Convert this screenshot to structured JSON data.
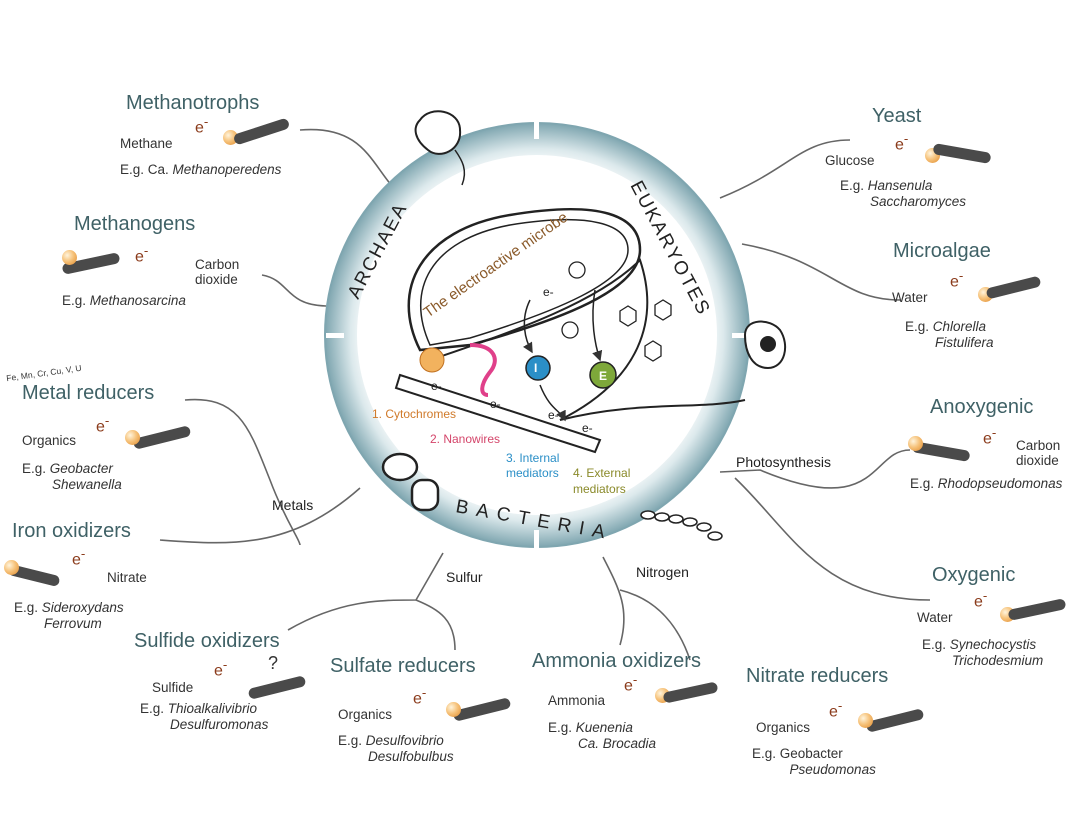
{
  "center": {
    "archaea": "ARCHAEA",
    "eukaryotes": "EUKARYOTES",
    "bacteria": "BACTERIA",
    "microbe_label": "The electroactive microbe",
    "mech1": "1. Cytochromes",
    "mech2": "2. Nanowires",
    "mech3a": "3. Internal",
    "mech3b": "mediators",
    "mech4a": "4. External",
    "mech4b": "mediators",
    "electron": "e-",
    "i_label": "I",
    "e_label": "E"
  },
  "categories": {
    "metals": "Metals",
    "sulfur": "Sulfur",
    "nitrogen": "Nitrogen",
    "photosynthesis": "Photosynthesis"
  },
  "metal_list": "Fe, Mn, Cr, Cu, V, U",
  "groups": {
    "methanotrophs": {
      "title": "Methanotrophs",
      "substrate": "Methane",
      "eg": "E.g. Ca.",
      "eg_italic": "Methanoperedens"
    },
    "methanogens": {
      "title": "Methanogens",
      "product1": "Carbon",
      "product2": "dioxide",
      "eg": "E.g.",
      "eg_italic": "Methanosarcina"
    },
    "metal_reducers": {
      "title": "Metal reducers",
      "substrate": "Organics",
      "eg": "E.g.",
      "eg_italic": "Geobacter",
      "eg_italic2": "Shewanella"
    },
    "iron_oxidizers": {
      "title": "Iron oxidizers",
      "product": "Nitrate",
      "eg": "E.g.",
      "eg_italic": "Sideroxydans",
      "eg_italic2": "Ferrovum"
    },
    "sulfide_oxidizers": {
      "title": "Sulfide oxidizers",
      "substrate": "Sulfide",
      "question": "?",
      "eg": "E.g.",
      "eg_italic": "Thioalkalivibrio",
      "eg_italic2": "Desulfuromonas"
    },
    "sulfate_reducers": {
      "title": "Sulfate reducers",
      "substrate": "Organics",
      "eg": "E.g.",
      "eg_italic": "Desulfovibrio",
      "eg_italic2": "Desulfobulbus"
    },
    "ammonia_oxidizers": {
      "title": "Ammonia oxidizers",
      "substrate": "Ammonia",
      "eg": "E.g.",
      "eg_italic": "Kuenenia",
      "eg_italic2": "Ca. Brocadia"
    },
    "nitrate_reducers": {
      "title": "Nitrate reducers",
      "substrate": "Organics",
      "eg": "E.g. Geobacter",
      "eg2": "Pseudomonas"
    },
    "yeast": {
      "title": "Yeast",
      "substrate": "Glucose",
      "eg": "E.g.",
      "eg_italic": "Hansenula",
      "eg_italic2": "Saccharomyces"
    },
    "microalgae": {
      "title": "Microalgae",
      "substrate": "Water",
      "eg": "E.g.",
      "eg_italic": "Chlorella",
      "eg_italic2": "Fistulifera"
    },
    "anoxygenic": {
      "title": "Anoxygenic",
      "product1": "Carbon",
      "product2": "dioxide",
      "eg": "E.g.",
      "eg_italic": "Rhodopseudomonas"
    },
    "oxygenic": {
      "title": "Oxygenic",
      "substrate": "Water",
      "eg": "E.g.",
      "eg_italic": "Synechocystis",
      "eg_italic2": "Trichodesmium"
    }
  },
  "colors": {
    "title": "#3f6166",
    "ring": "#8fb5bd",
    "mech1": "#d07a2a",
    "mech2": "#d4456a",
    "mech3": "#2b8fc7",
    "mech4": "#8a8a2a",
    "microbe_label": "#8a5a2a"
  }
}
